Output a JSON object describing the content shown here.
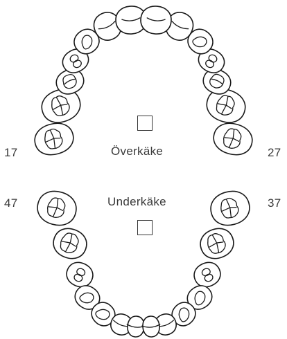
{
  "upper_jaw": {
    "label": "Överkäke",
    "checked": false
  },
  "lower_jaw": {
    "label": "Underkäke",
    "checked": false
  },
  "numbers": {
    "upper_left": "17",
    "upper_right": "27",
    "lower_left": "47",
    "lower_right": "37"
  },
  "colors": {
    "stroke": "#1a1a1a",
    "text": "#3a3a3a",
    "background": "#ffffff"
  },
  "icons": {
    "checkbox": "empty-square-checkbox"
  }
}
